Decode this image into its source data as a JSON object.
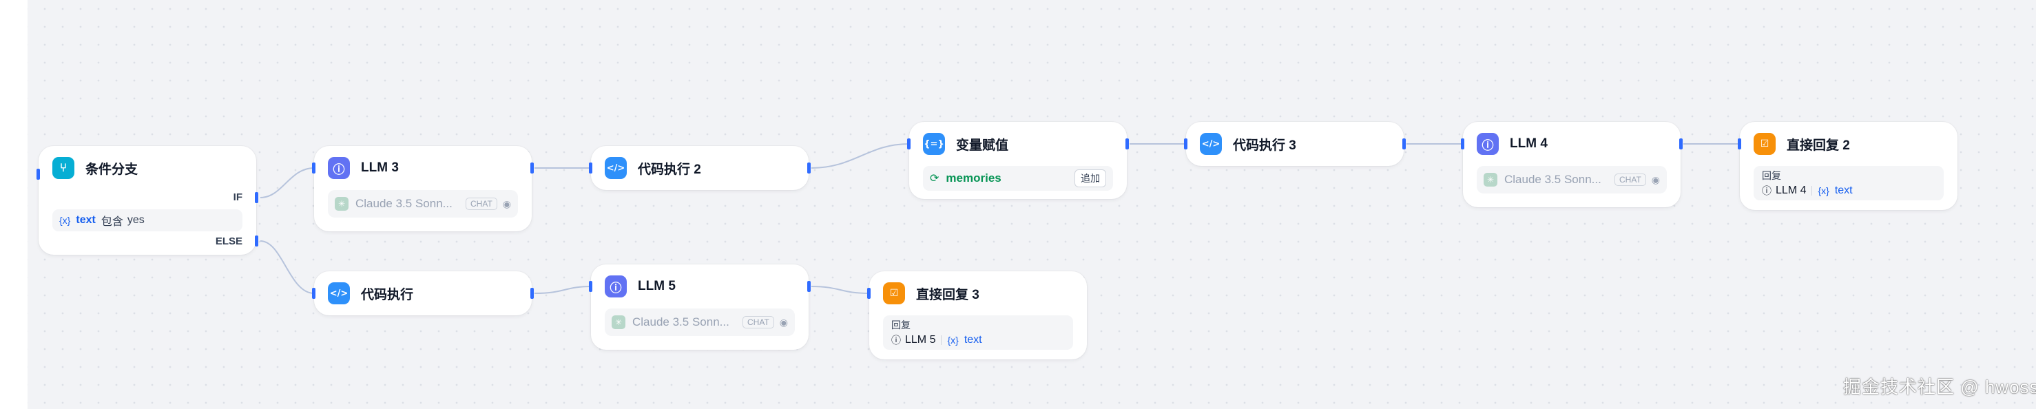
{
  "colors": {
    "branch": "#06aed4",
    "llm": "#6172f3",
    "code": "#2e90fa",
    "assigner": "#2e90fa",
    "answer": "#f79009",
    "accent": "#155eef",
    "handle": "#2f6bff",
    "memory": "#079455"
  },
  "nodes": {
    "ifelse": {
      "title": "条件分支",
      "icon": "branch-icon",
      "if_label": "IF",
      "condition": {
        "var_token": "{x}",
        "var": "text",
        "op": "包含",
        "value": "yes"
      },
      "else_label": "ELSE"
    },
    "llm3": {
      "title": "LLM 3",
      "icon": "brain-icon",
      "model": "Claude 3.5 Sonn...",
      "mode": "CHAT"
    },
    "code2": {
      "title": "代码执行 2",
      "icon": "code-icon"
    },
    "assigner": {
      "title": "变量赋值",
      "icon": "variable-icon",
      "var": "memories",
      "action": "追加"
    },
    "code3": {
      "title": "代码执行 3",
      "icon": "code-icon"
    },
    "llm4": {
      "title": "LLM 4",
      "icon": "brain-icon",
      "model": "Claude 3.5 Sonn...",
      "mode": "CHAT"
    },
    "answer2": {
      "title": "直接回复 2",
      "icon": "reply-icon",
      "label": "回复",
      "ref_node": "LLM 4",
      "ref_var": "text"
    },
    "code": {
      "title": "代码执行",
      "icon": "code-icon"
    },
    "llm5": {
      "title": "LLM 5",
      "icon": "brain-icon",
      "model": "Claude 3.5 Sonn...",
      "mode": "CHAT"
    },
    "answer3": {
      "title": "直接回复 3",
      "icon": "reply-icon",
      "label": "回复",
      "ref_node": "LLM 5",
      "ref_var": "text"
    }
  },
  "watermark": "掘金技术社区 @ hwoss"
}
